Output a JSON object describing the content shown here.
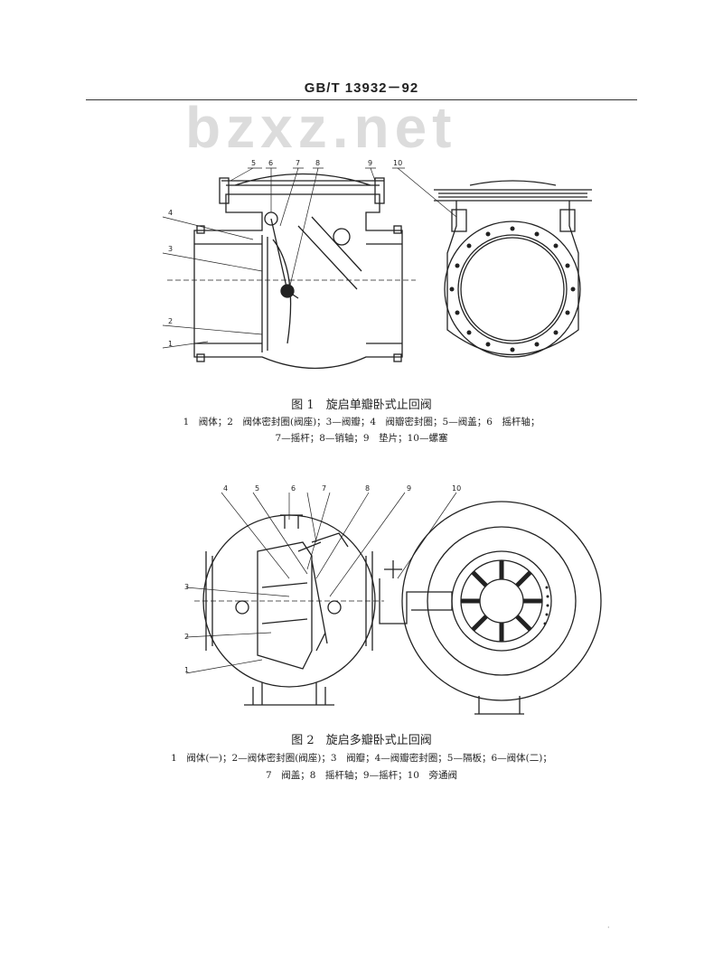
{
  "header": {
    "standard_no": "GB/T 13932－92"
  },
  "watermark": "bzxz.net",
  "figure1": {
    "caption": "图 1　旋启单瓣卧式止回阀",
    "legend_line1": "1　阀体；2　阀体密封圈(阀座)；3—阀瓣；4　阀瓣密封圈；5—阀盖；6　摇杆轴；",
    "legend_line2": "7—摇杆；8—销轴；9　垫片；10—螺塞",
    "labels": [
      "1",
      "2",
      "3",
      "4",
      "5",
      "6",
      "7",
      "8",
      "9",
      "10"
    ]
  },
  "figure2": {
    "caption": "图 2　旋启多瓣卧式止回阀",
    "legend_line1": "1　阀体(一)；2—阀体密封圈(阀座)；3　阀瓣；4—阀瓣密封圈；5—隔板；6—阀体(二)；",
    "legend_line2": "7　阀盖；8　摇杆轴；9—摇杆；10　旁通阀",
    "labels": [
      "1",
      "2",
      "3",
      "4",
      "5",
      "6",
      "7",
      "8",
      "9",
      "10"
    ]
  },
  "footer_mark": "·"
}
